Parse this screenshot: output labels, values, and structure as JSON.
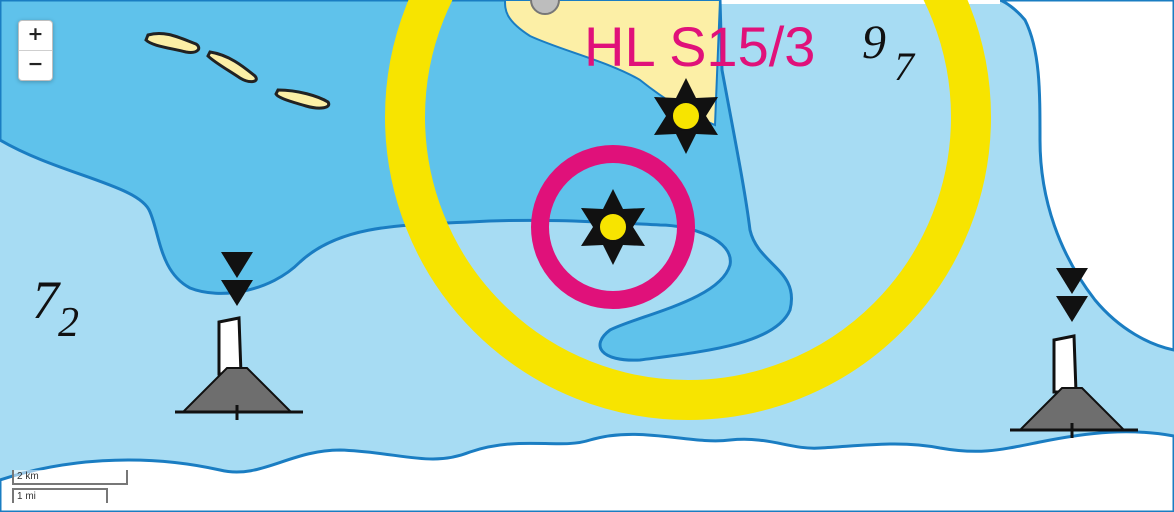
{
  "map": {
    "zoom_in_label": "+",
    "zoom_out_label": "−",
    "scale_km_label": "2 km",
    "scale_mi_label": "1 mi",
    "light_label": "HL S15/3",
    "depth_right_main": "9",
    "depth_right_sub": "7",
    "depth_left_main": "7",
    "depth_left_sub": "2"
  },
  "colors": {
    "deep_water": "#a7dcf3",
    "shallow_water": "#5fc2eb",
    "land": "#fcefa6",
    "open_area": "#ffffff",
    "shoreline": "#1a7dc2",
    "light_ring": "#f7e400",
    "light_sector": "#e0117a",
    "label_magenta": "#e0117a",
    "beacon_base": "#6e6e6e",
    "beacon_tower": "#ffffff"
  },
  "icons": {
    "light_star": "light-star-icon",
    "beacon_tower": "beacon-tower-icon",
    "topmark": "cone-topmark-icon"
  }
}
